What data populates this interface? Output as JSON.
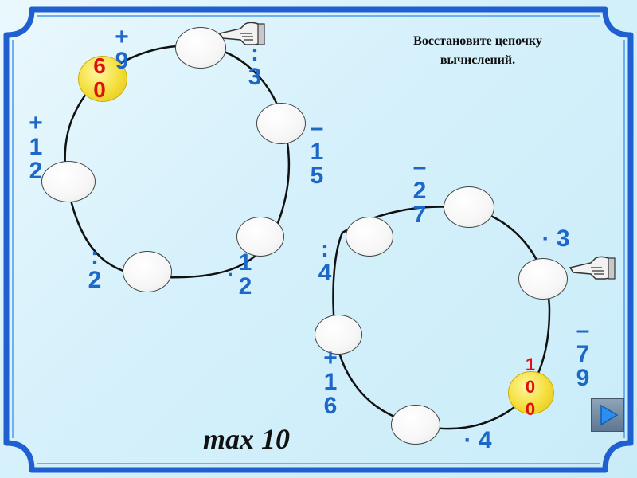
{
  "title_line1": "Восстановите цепочку",
  "title_line2": "вычислений.",
  "chain1": {
    "start_value": [
      "6",
      "0"
    ],
    "ops": {
      "plus9": [
        "+",
        "9"
      ],
      "div3": [
        ":",
        "3"
      ],
      "minus15": [
        "–",
        "1",
        "5"
      ],
      "mul12": [
        "·",
        "1",
        "2"
      ],
      "div2": [
        ":",
        "2"
      ],
      "plus12": [
        "+",
        "1",
        "2"
      ]
    }
  },
  "chain2": {
    "start_value": [
      "1",
      "0",
      "0"
    ],
    "ops": {
      "minus27": [
        "–",
        "2",
        "7"
      ],
      "mul3": [
        "·",
        "3"
      ],
      "minus79": [
        "–",
        "7",
        "9"
      ],
      "mul4": [
        "·",
        "4"
      ],
      "plus16": [
        "+",
        "1",
        "6"
      ],
      "div4": [
        ":",
        "4"
      ]
    }
  },
  "footer_text": "max 10",
  "colors": {
    "operation_blue": "#1d67c9",
    "start_red": "#e01010",
    "start_fill": "#f4de3a",
    "frame_blue": "#1f5fd0"
  },
  "icons": [
    "pointing-hand-icon",
    "next-arrow-icon"
  ]
}
